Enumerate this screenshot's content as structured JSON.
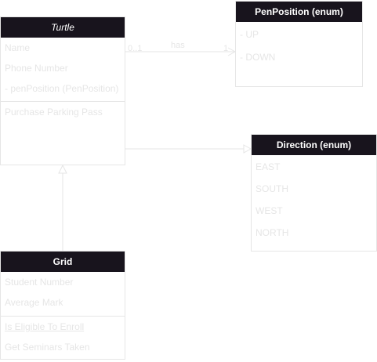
{
  "classes": {
    "turtle": {
      "title": "Turtle",
      "attributes": [
        "Name",
        "Phone Number",
        "- penPosition (PenPosition)"
      ],
      "operations": [
        "Purchase Parking Pass"
      ]
    },
    "pen_position": {
      "title": "PenPosition (enum)",
      "values": [
        "- UP",
        "- DOWN"
      ]
    },
    "direction": {
      "title": "Direction (enum)",
      "values": [
        "EAST",
        "SOUTH",
        "WEST",
        "NORTH"
      ]
    },
    "grid": {
      "title": "Grid",
      "attributes": [
        "Student Number",
        "Average Mark"
      ],
      "operations": [
        "Is Eligible To Enroll",
        "Get Seminars Taken"
      ]
    }
  },
  "connectors": {
    "has": {
      "label": "has",
      "source_multiplicity": "0..1",
      "target_multiplicity": "1"
    }
  },
  "colors": {
    "header_bg": "#18141d",
    "header_text": "#ffffff",
    "line": "#e6e6e6",
    "faint_text": "#e6e6e6"
  }
}
